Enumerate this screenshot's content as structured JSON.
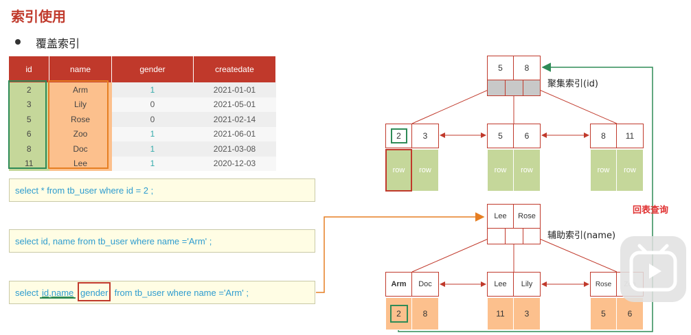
{
  "title": "索引使用",
  "subtitle": "覆盖索引",
  "table": {
    "headers": [
      "id",
      "name",
      "gender",
      "createdate"
    ],
    "rows": [
      [
        "2",
        "Arm",
        "1",
        "2021-01-01"
      ],
      [
        "3",
        "Lily",
        "0",
        "2021-05-01"
      ],
      [
        "5",
        "Rose",
        "0",
        "2021-02-14"
      ],
      [
        "6",
        "Zoo",
        "1",
        "2021-06-01"
      ],
      [
        "8",
        "Doc",
        "1",
        "2021-03-08"
      ],
      [
        "11",
        "Lee",
        "1",
        "2020-12-03"
      ]
    ]
  },
  "queries": {
    "q1": {
      "p1": "select * from tb_user where id = 2 ;"
    },
    "q2": {
      "p1": "select id, name from tb_user where name ='Arm' ;"
    },
    "q3": {
      "p1": "select ",
      "p2": "id,name",
      "p3": "gender",
      "p4": " from tb_user where name ='Arm' ;"
    }
  },
  "clustered": {
    "label": "聚集索引(id)",
    "root": [
      "5",
      "8"
    ],
    "leaves": [
      {
        "keys": [
          "2",
          "3"
        ],
        "rows": [
          "row",
          "row"
        ]
      },
      {
        "keys": [
          "5",
          "6"
        ],
        "rows": [
          "row",
          "row"
        ]
      },
      {
        "keys": [
          "8",
          "11"
        ],
        "rows": [
          "row",
          "row"
        ]
      }
    ]
  },
  "secondary": {
    "label": "辅助索引(name)",
    "root": [
      "Lee",
      "Rose"
    ],
    "leaves": [
      {
        "keys": [
          "Arm",
          "Doc"
        ],
        "ids": [
          "2",
          "8"
        ]
      },
      {
        "keys": [
          "Lee",
          "Lily"
        ],
        "ids": [
          "11",
          "3"
        ]
      },
      {
        "keys": [
          "Rose",
          "Zoo"
        ],
        "ids": [
          "5",
          "6"
        ]
      }
    ]
  },
  "lookup_label": "回表查询",
  "colors": {
    "header": "#c0392b",
    "id_col": "#c5d79a",
    "name_col": "#fcc08d",
    "sql_text": "#2e9ccf",
    "back_arrow": "#2e8b57",
    "orange_arrow": "#e67e22"
  }
}
